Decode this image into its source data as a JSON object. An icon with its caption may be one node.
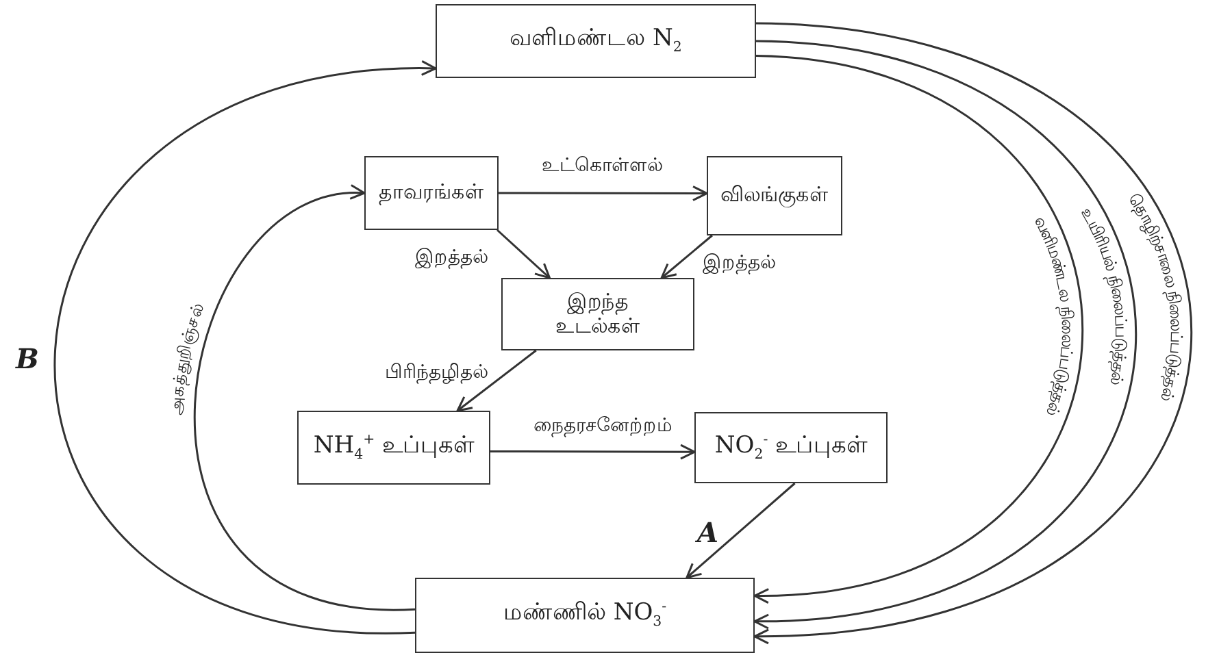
{
  "diagram": {
    "nodes": [
      {
        "text": [
          "வளிமண்டல N$_{2}$"
        ]
      },
      {
        "text": [
          "தாவரங்கள்"
        ]
      },
      {
        "text": [
          "விலங்குகள்"
        ]
      },
      {
        "text": [
          "இறந்த உடல்கள்"
        ]
      },
      {
        "text": [
          "NH$_{4}$$^{+}$ உப்புகள்"
        ]
      },
      {
        "text": [
          "NO$_{2}$$^{-}$ உப்புகள்"
        ]
      },
      {
        "text": [
          "மண்ணில் NO$_{3}$$^{-}$"
        ]
      }
    ],
    "edges": [
      {
        "from": 0,
        "to": 6,
        "arrow": "to",
        "label": "வளிமண்டல நிலைப்படுத்தல்"
      },
      {
        "from": 0,
        "to": 6,
        "arrow": "to",
        "label": "உயிரியல் நிலைப்படுத்தல்"
      },
      {
        "from": 0,
        "to": 6,
        "arrow": "to",
        "label": "தொழிற்சாலை நிலைப்படுத்தல்"
      },
      {
        "from": 1,
        "to": 2,
        "arrow": "to",
        "label": "உட்கொள்ளல்"
      },
      {
        "from": 1,
        "to": 3,
        "arrow": "to",
        "label": "இறத்தல்"
      },
      {
        "from": 2,
        "to": 3,
        "arrow": "to",
        "label": "இறத்தல்"
      },
      {
        "from": 3,
        "to": 4,
        "arrow": "to",
        "label": "பிரிந்தழிதல்"
      },
      {
        "from": 4,
        "to": 5,
        "arrow": "to",
        "label": "நைதரசனேற்றம்"
      },
      {
        "from": 5,
        "to": 6,
        "arrow": "to",
        "label": "A"
      },
      {
        "from": 6,
        "to": 1,
        "arrow": "to",
        "label": "அகத்துறிஞ்சல்"
      },
      {
        "from": 6,
        "to": 0,
        "arrow": "to",
        "label": "B"
      }
    ]
  }
}
